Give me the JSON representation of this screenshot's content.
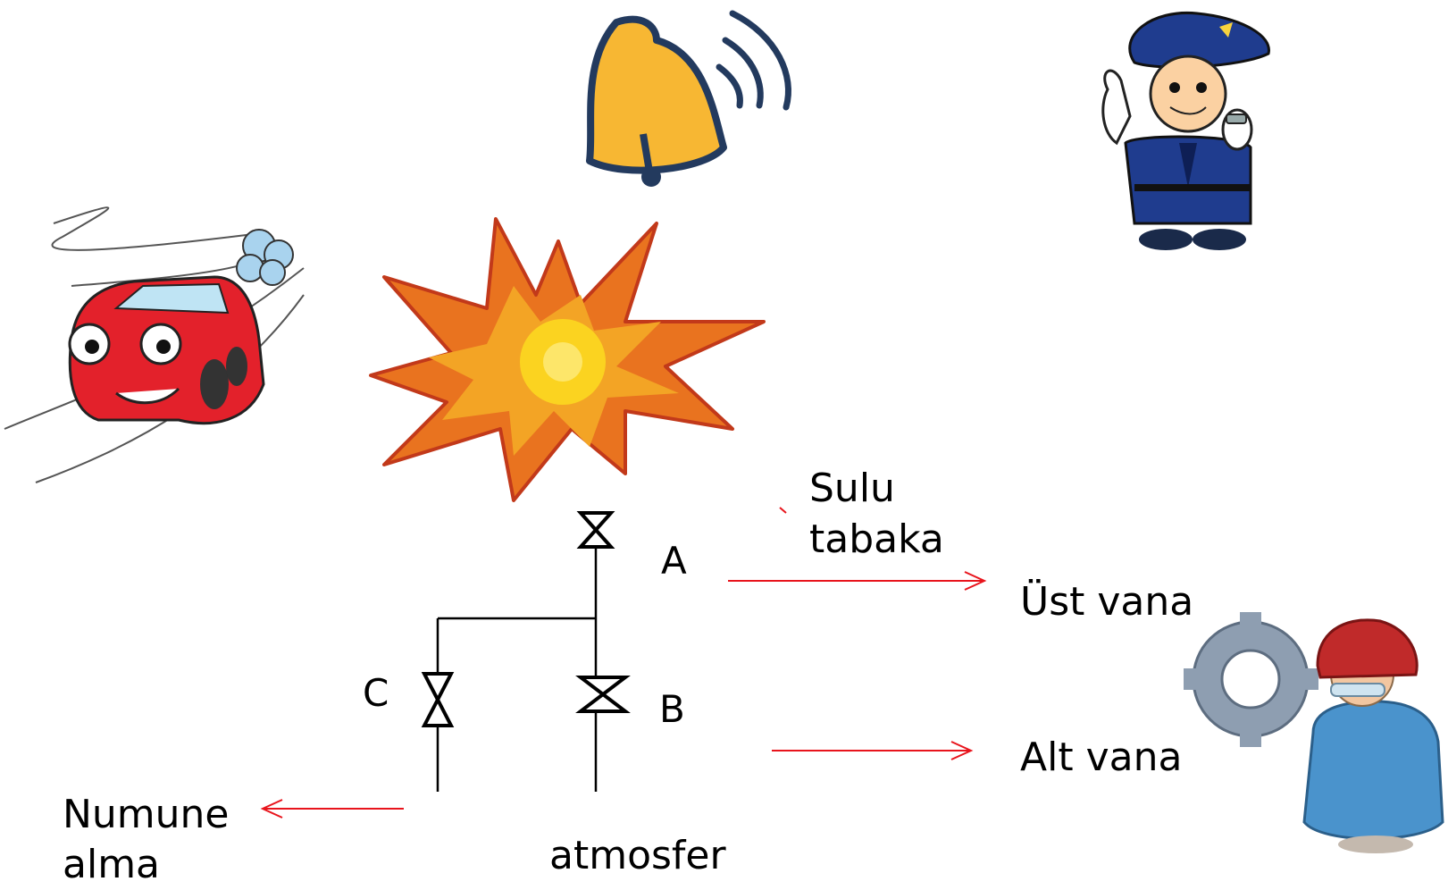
{
  "valves": {
    "a": "A",
    "b": "B",
    "c": "C"
  },
  "labels": {
    "water_layer_line1": "Sulu",
    "water_layer_line2": "tabaka",
    "upper_valve": "Üst vana",
    "lower_valve": "Alt vana",
    "sampling_line1": "Numune",
    "sampling_line2": "alma",
    "atmosphere": "atmosfer"
  },
  "icons": [
    "car-icon",
    "bell-icon",
    "police-officer-icon",
    "explosion-icon",
    "worker-gear-icon"
  ],
  "colors": {
    "arrow": "#e8141c",
    "line": "#000000",
    "bell": "#f7b733",
    "car": "#e3212b",
    "police": "#1f3c8e"
  }
}
